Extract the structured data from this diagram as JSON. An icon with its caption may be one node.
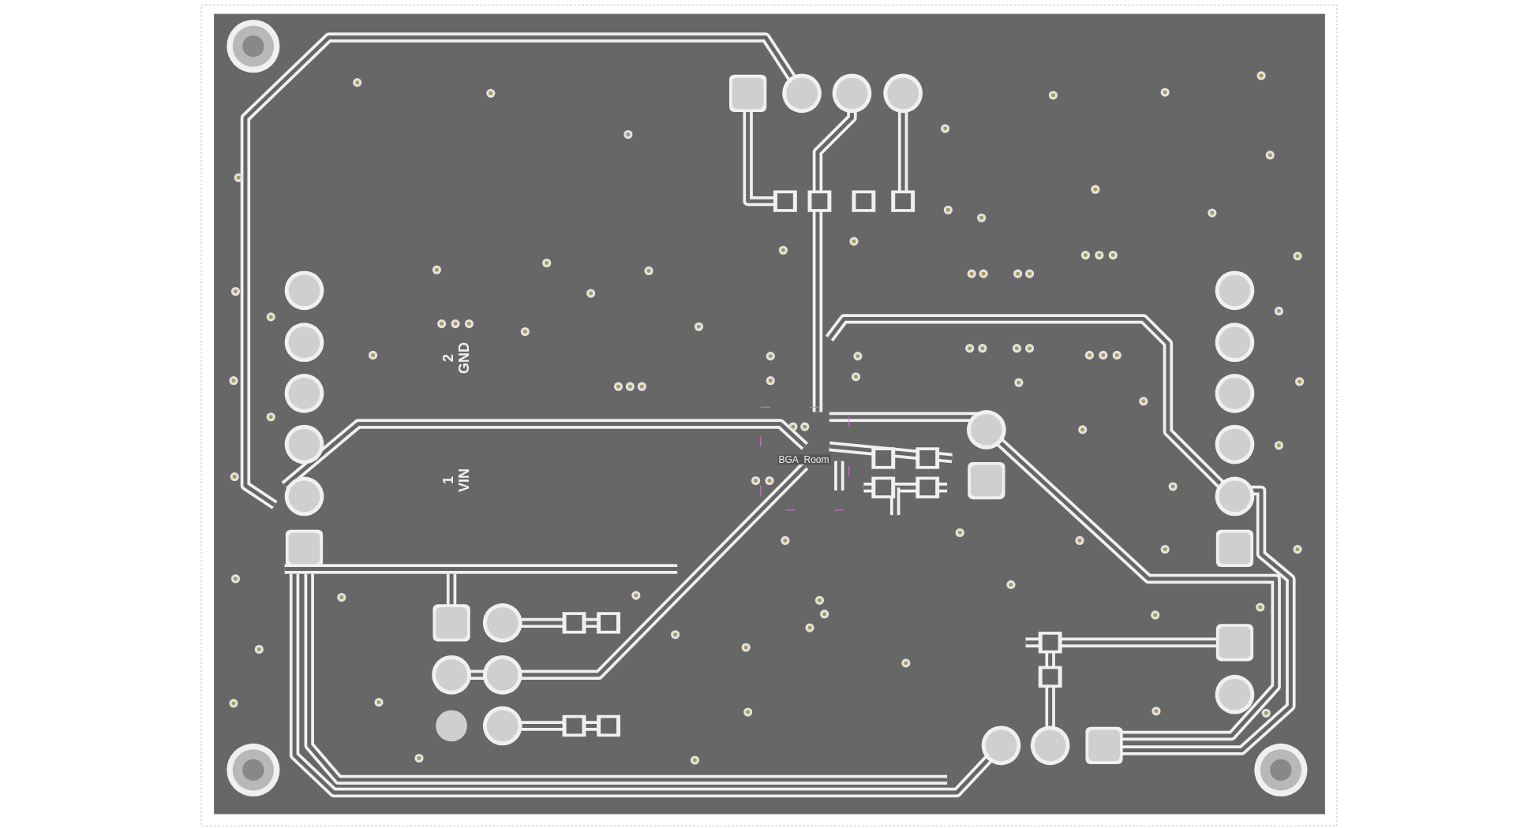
{
  "diagram": {
    "labels": [
      "2",
      "GND",
      "1",
      "VIN",
      "BGA_Room"
    ]
  }
}
